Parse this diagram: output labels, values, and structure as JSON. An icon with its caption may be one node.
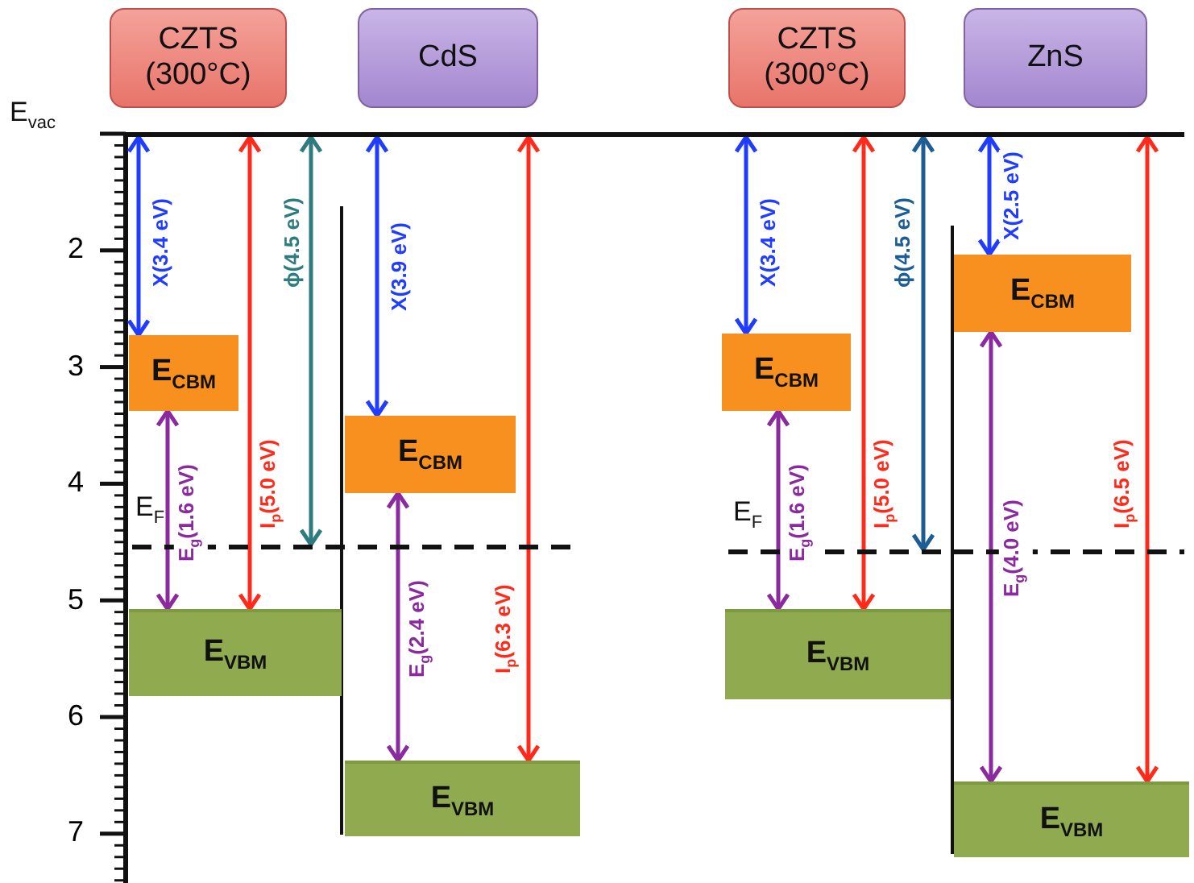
{
  "diagram": {
    "nodes": [
      {
        "text": [],
        "shape": "bar",
        "beside": [
          "E$_{vac}$"
        ]
      },
      {
        "text": [
          "CZTS (300°C)"
        ]
      },
      {
        "text": [
          "CdS"
        ]
      },
      {
        "text": [
          "CZTS (300°C)"
        ]
      },
      {
        "text": [
          "ZnS"
        ]
      },
      {
        "text": [
          "E$_{CBM}$"
        ]
      },
      {
        "text": [
          "E$_{CBM}$"
        ]
      },
      {
        "text": [],
        "shape": "bar",
        "beside": [
          "E$_{F}$"
        ]
      },
      {
        "text": [
          "E$_{VBM}$"
        ]
      },
      {
        "text": [
          "E$_{VBM}$"
        ]
      },
      {
        "text": [
          "E$_{CBM}$"
        ]
      },
      {
        "text": [
          "E$_{CBM}$"
        ]
      },
      {
        "text": [],
        "shape": "bar",
        "beside": [
          "E$_{F}$"
        ]
      },
      {
        "text": [
          "E$_{VBM}$"
        ]
      },
      {
        "text": [
          "E$_{VBM}$"
        ]
      }
    ],
    "edges": [
      {
        "from": 0,
        "to": 5,
        "arrow": "both",
        "label": "X(3.4 eV)",
        "color": "#1f3cff"
      },
      {
        "from": 0,
        "to": 8,
        "arrow": "both",
        "label": "I$_{p}$(5.0 eV)",
        "color": "#ff2a1a"
      },
      {
        "from": 0,
        "to": 7,
        "arrow": "both",
        "label": "ϕ(4.5 eV)",
        "color": "#2e7b80"
      },
      {
        "from": 0,
        "to": 6,
        "arrow": "both",
        "label": "X(3.9 eV)",
        "color": "#1f3cff"
      },
      {
        "from": 0,
        "to": 9,
        "arrow": "both",
        "label": "I$_{p}$(6.3 eV)",
        "color": "#ff2a1a"
      },
      {
        "from": 5,
        "to": 8,
        "arrow": "both",
        "label": "E$_{g}$(1.6 eV)",
        "color": "#8a2a9e"
      },
      {
        "from": 6,
        "to": 9,
        "arrow": "both",
        "label": "E$_{g}$(2.4 eV)",
        "color": "#8a2a9e"
      },
      {
        "from": 0,
        "to": 11,
        "arrow": "both",
        "label": "X(3.4 eV)",
        "color": "#1f3cff"
      },
      {
        "from": 0,
        "to": 13,
        "arrow": "both",
        "label": "I$_{p}$(5.0 eV)",
        "color": "#ff2a1a"
      },
      {
        "from": 0,
        "to": 12,
        "arrow": "both",
        "label": "ϕ(4.5 eV)",
        "color": "#1d5d96"
      },
      {
        "from": 0,
        "to": 10,
        "arrow": "both",
        "label": "X(2.5 eV)",
        "color": "#1f3cff"
      },
      {
        "from": 0,
        "to": 14,
        "arrow": "both",
        "label": "I$_{p}$(6.5 eV)",
        "color": "#ff2a1a"
      },
      {
        "from": 11,
        "to": 13,
        "arrow": "both",
        "label": "E$_{g}$(1.6 eV)",
        "color": "#8a2a9e"
      },
      {
        "from": 10,
        "to": 14,
        "arrow": "both",
        "label": "E$_{g}$(4.0 eV)",
        "color": "#8a2a9e"
      }
    ],
    "labels": [
      "2",
      "3",
      "4",
      "5",
      "6",
      "7"
    ]
  }
}
